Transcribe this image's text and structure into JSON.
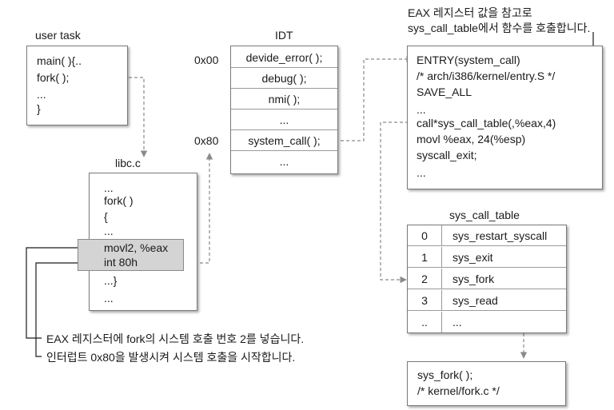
{
  "user_task": {
    "title": "user task",
    "lines": [
      "main( ){..",
      "fork( );",
      "...",
      "}"
    ]
  },
  "libc": {
    "title": "libc.c",
    "lines_top": [
      "...",
      "fork( )",
      "{",
      "..."
    ],
    "highlight_lines": [
      "movl2, %eax",
      "int 80h"
    ],
    "lines_bottom": [
      "...}",
      "..."
    ]
  },
  "idt": {
    "title": "IDT",
    "addr_0": "0x00",
    "addr_80": "0x80",
    "entries": [
      "devide_error( );",
      "debug( );",
      "nmi( );",
      "...",
      "system_call( );",
      "..."
    ]
  },
  "entry": {
    "note_line1": "EAX 레지스터 값을 참고로",
    "note_line2": "sys_call_table에서 함수를 호출합니다.",
    "lines": [
      "ENTRY(system_call)",
      "/* arch/i386/kernel/entry.S */",
      "SAVE_ALL",
      "...",
      "call*sys_call_table(,%eax,4)",
      "movl %eax, 24(%esp)",
      "syscall_exit;",
      "..."
    ]
  },
  "sys_call_table": {
    "title": "sys_call_table",
    "rows": [
      {
        "idx": "0",
        "name": "sys_restart_syscall"
      },
      {
        "idx": "1",
        "name": "sys_exit"
      },
      {
        "idx": "2",
        "name": "sys_fork"
      },
      {
        "idx": "3",
        "name": "sys_read"
      },
      {
        "idx": "..",
        "name": "..."
      }
    ]
  },
  "sys_fork": {
    "lines": [
      "sys_fork( );",
      "/* kernel/fork.c */"
    ]
  },
  "notes": {
    "note1": "EAX 레지스터에 fork의 시스템 호출 번호 2를 넣습니다.",
    "note2": "인터럽트 0x80을 발생시켜 시스템 호출을 시작합니다."
  }
}
